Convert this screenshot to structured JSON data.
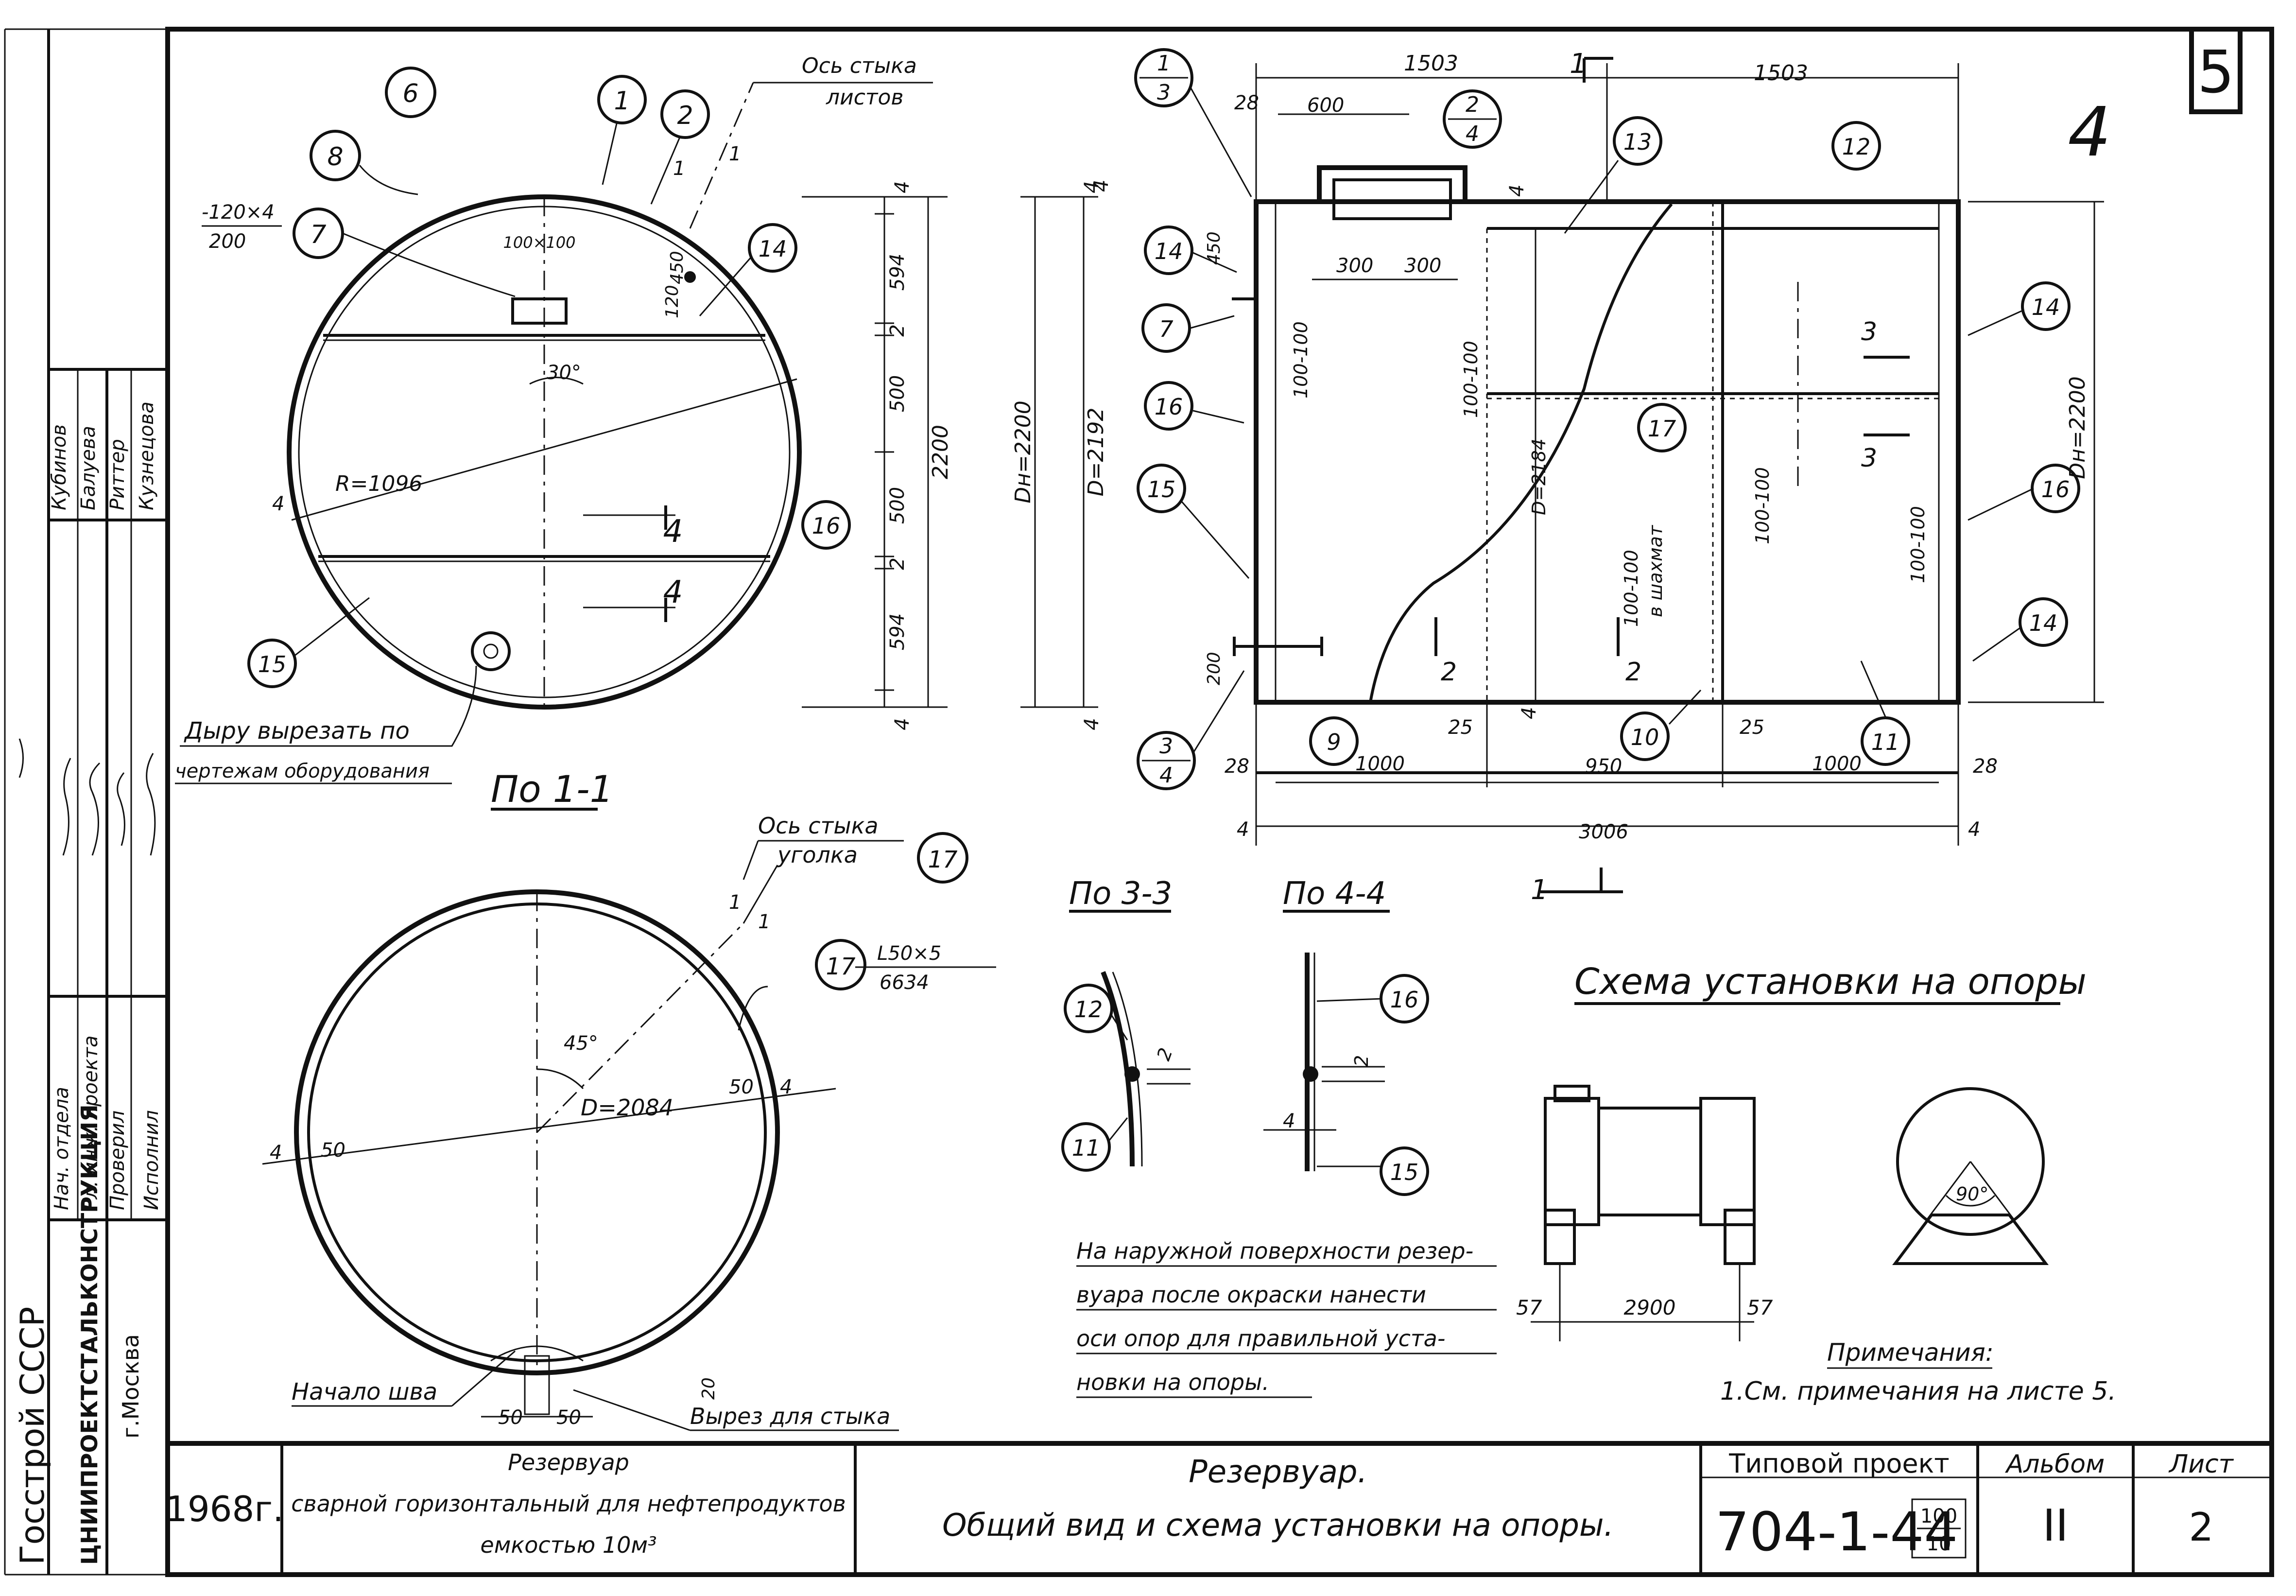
{
  "sheet": {
    "number": "5",
    "corner_mark": "4"
  },
  "stamp": {
    "org_line1": "Госстрой СССР",
    "org_line2": "ЦНИИПРОЕКТСТАЛЬКОНСТРУКЦИЯ",
    "org_line3": "г.Москва",
    "roles": [
      "Нач. отдела",
      "Гл. инж. проекта",
      "Проверил",
      "Исполнил"
    ],
    "names": [
      "Кубинов",
      "Балуева",
      "Риттер",
      "Кузнецова"
    ]
  },
  "titleblock": {
    "year": "1968г.",
    "object_line1": "Резервуар",
    "object_line2": "сварной горизонтальный для нефтепродуктов",
    "object_line3": "емкостью 10м³",
    "drawing_line1": "Резервуар.",
    "drawing_line2": "Общий вид и схема установки на опоры.",
    "project_label": "Типовой проект",
    "project_number": "704-1-44",
    "project_frac_top": "100",
    "project_frac_bottom": "10",
    "album_label": "Альбом",
    "album_value": "II",
    "sheet_label": "Лист",
    "sheet_value": "2"
  },
  "section_1_1": {
    "title": "По 1-1",
    "joint_axis_line1": "Ось стыка",
    "joint_axis_line2": "листов",
    "plate_label_top": "-120×4",
    "plate_label_bottom": "200",
    "hatch_label": "100×100",
    "angle": "30°",
    "radius": "R=1096",
    "dim_120": "120",
    "dim_450": "450",
    "section_marks": [
      "1",
      "1",
      "4",
      "4",
      "4",
      "4",
      "4"
    ],
    "dims_right": [
      "594",
      "2",
      "500",
      "500",
      "2",
      "594"
    ],
    "dim_overall": "2200",
    "dim_dn": "Dн=2200",
    "dim_d": "D=2192",
    "dim_4a": "4",
    "dim_4b": "4",
    "cut_note_line1": "Дыру вырезать по",
    "cut_note_line2": "чертежам оборудования",
    "callouts": [
      "6",
      "1",
      "2",
      "8",
      "7",
      "14",
      "16",
      "15"
    ]
  },
  "section_2": {
    "joint_axis_line1": "Ось стыка",
    "joint_axis_line2": "уголка",
    "angle_label_top": "L50×5",
    "angle_label_bottom": "6634",
    "angle": "45°",
    "diameter": "D=2084",
    "dim_50a": "50",
    "dim_50b": "50",
    "dim_50c": "50",
    "dim_50d": "50",
    "dim_4a": "4",
    "dim_4b": "4",
    "dim_20": "20",
    "seam_start": "Начало шва",
    "joint_cut": "Вырез для стыка",
    "callouts": [
      "17",
      "17"
    ],
    "marks": [
      "1",
      "1"
    ]
  },
  "side_view": {
    "dims_top": [
      "1503",
      "1503"
    ],
    "dim_28a": "28",
    "dim_600": "600",
    "section_mark_top": "1",
    "dim_4top": "4",
    "dim_4b": "4",
    "dim_450": "450",
    "dim_300a": "300",
    "dim_300b": "300",
    "dim_100_left": "100-100",
    "dim_100_mid": "100-100",
    "dim_d2184": "D=2184",
    "dim_100_chess_line1": "100-100",
    "dim_100_chess_line2": "в шахмат",
    "dim_100_right": "100-100",
    "dim_100_far": "100-100",
    "dim_dn": "Dн=2200",
    "dim_200": "200",
    "dims_bottom": [
      "1000",
      "950",
      "1000"
    ],
    "dim_25a": "25",
    "dim_25b": "25",
    "dim_28b": "28",
    "dim_28c": "28",
    "dim_28d": "28",
    "dim_total": "3006",
    "dim_4l": "4",
    "dim_4r": "4",
    "dim_4c": "4",
    "section_mark_bottom": "1",
    "cut_marks": [
      "2",
      "2",
      "3",
      "3"
    ],
    "callouts": [
      "13",
      "12",
      "14",
      "7",
      "16",
      "15",
      "17",
      "14",
      "16",
      "14",
      "9",
      "10",
      "11"
    ],
    "frac_callouts": [
      {
        "top": "1",
        "bottom": "3"
      },
      {
        "top": "2",
        "bottom": "4"
      },
      {
        "top": "3",
        "bottom": "4"
      }
    ]
  },
  "detail_3_3": {
    "title": "По 3-3",
    "callouts": [
      "12",
      "11"
    ],
    "dim": "2"
  },
  "detail_4_4": {
    "title": "По 4-4",
    "callouts": [
      "16",
      "15"
    ],
    "dim_2": "2",
    "dim_4": "4"
  },
  "scheme": {
    "title": "Схема установки на опоры",
    "dim_57a": "57",
    "dim_2900": "2900",
    "dim_57b": "57",
    "angle": "90°"
  },
  "note_left": {
    "lines": [
      "На наружной поверхности резер-",
      "вуара после окраски нанести",
      "оси опор для правильной уста-",
      "новки на опоры."
    ]
  },
  "notes": {
    "title": "Примечания:",
    "line1": "1.См. примечания на листе 5."
  }
}
